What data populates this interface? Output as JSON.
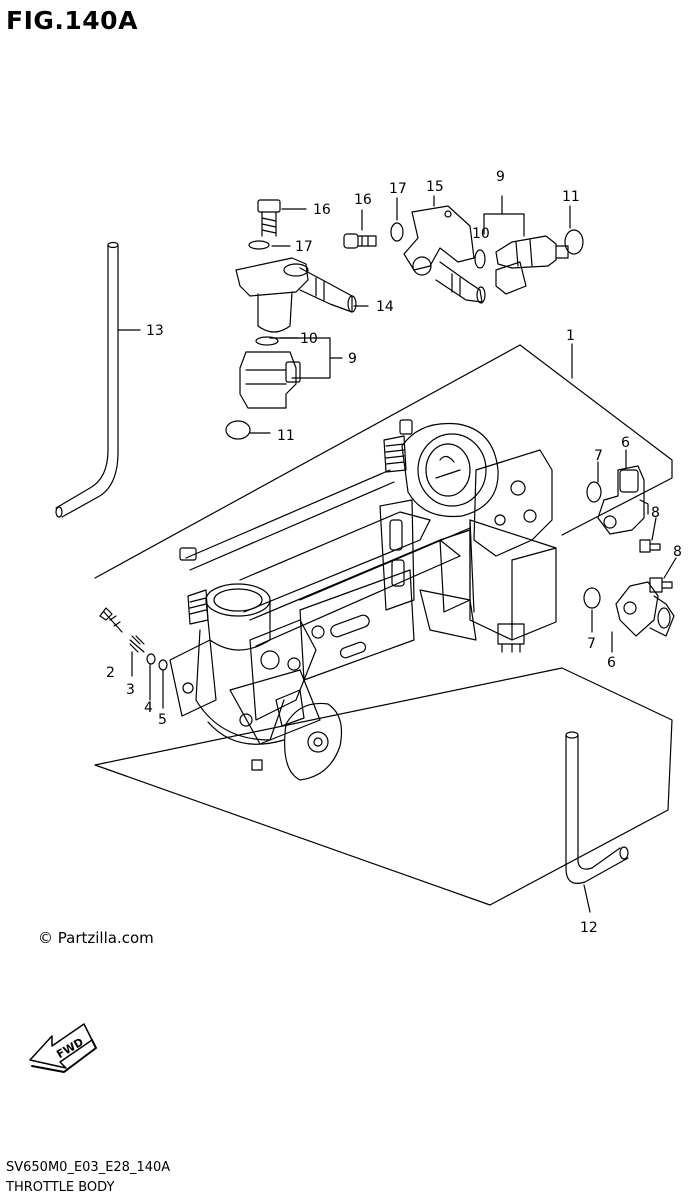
{
  "figure": {
    "title": "FIG.140A",
    "copyright": "© Partzilla.com",
    "drawing_code": "SV650M0_E03_E28_140A",
    "caption": "THROTTLE BODY",
    "fwd_label": "FWD"
  },
  "callouts": {
    "c1": "1",
    "c2": "2",
    "c3": "3",
    "c4": "4",
    "c5": "5",
    "c6a": "6",
    "c6b": "6",
    "c7a": "7",
    "c7b": "7",
    "c8a": "8",
    "c8b": "8",
    "c9a": "9",
    "c9b": "9",
    "c10a": "10",
    "c10b": "10",
    "c11a": "11",
    "c11b": "11",
    "c12": "12",
    "c13": "13",
    "c14": "14",
    "c15": "15",
    "c16a": "16",
    "c16b": "16",
    "c17a": "17",
    "c17b": "17"
  }
}
